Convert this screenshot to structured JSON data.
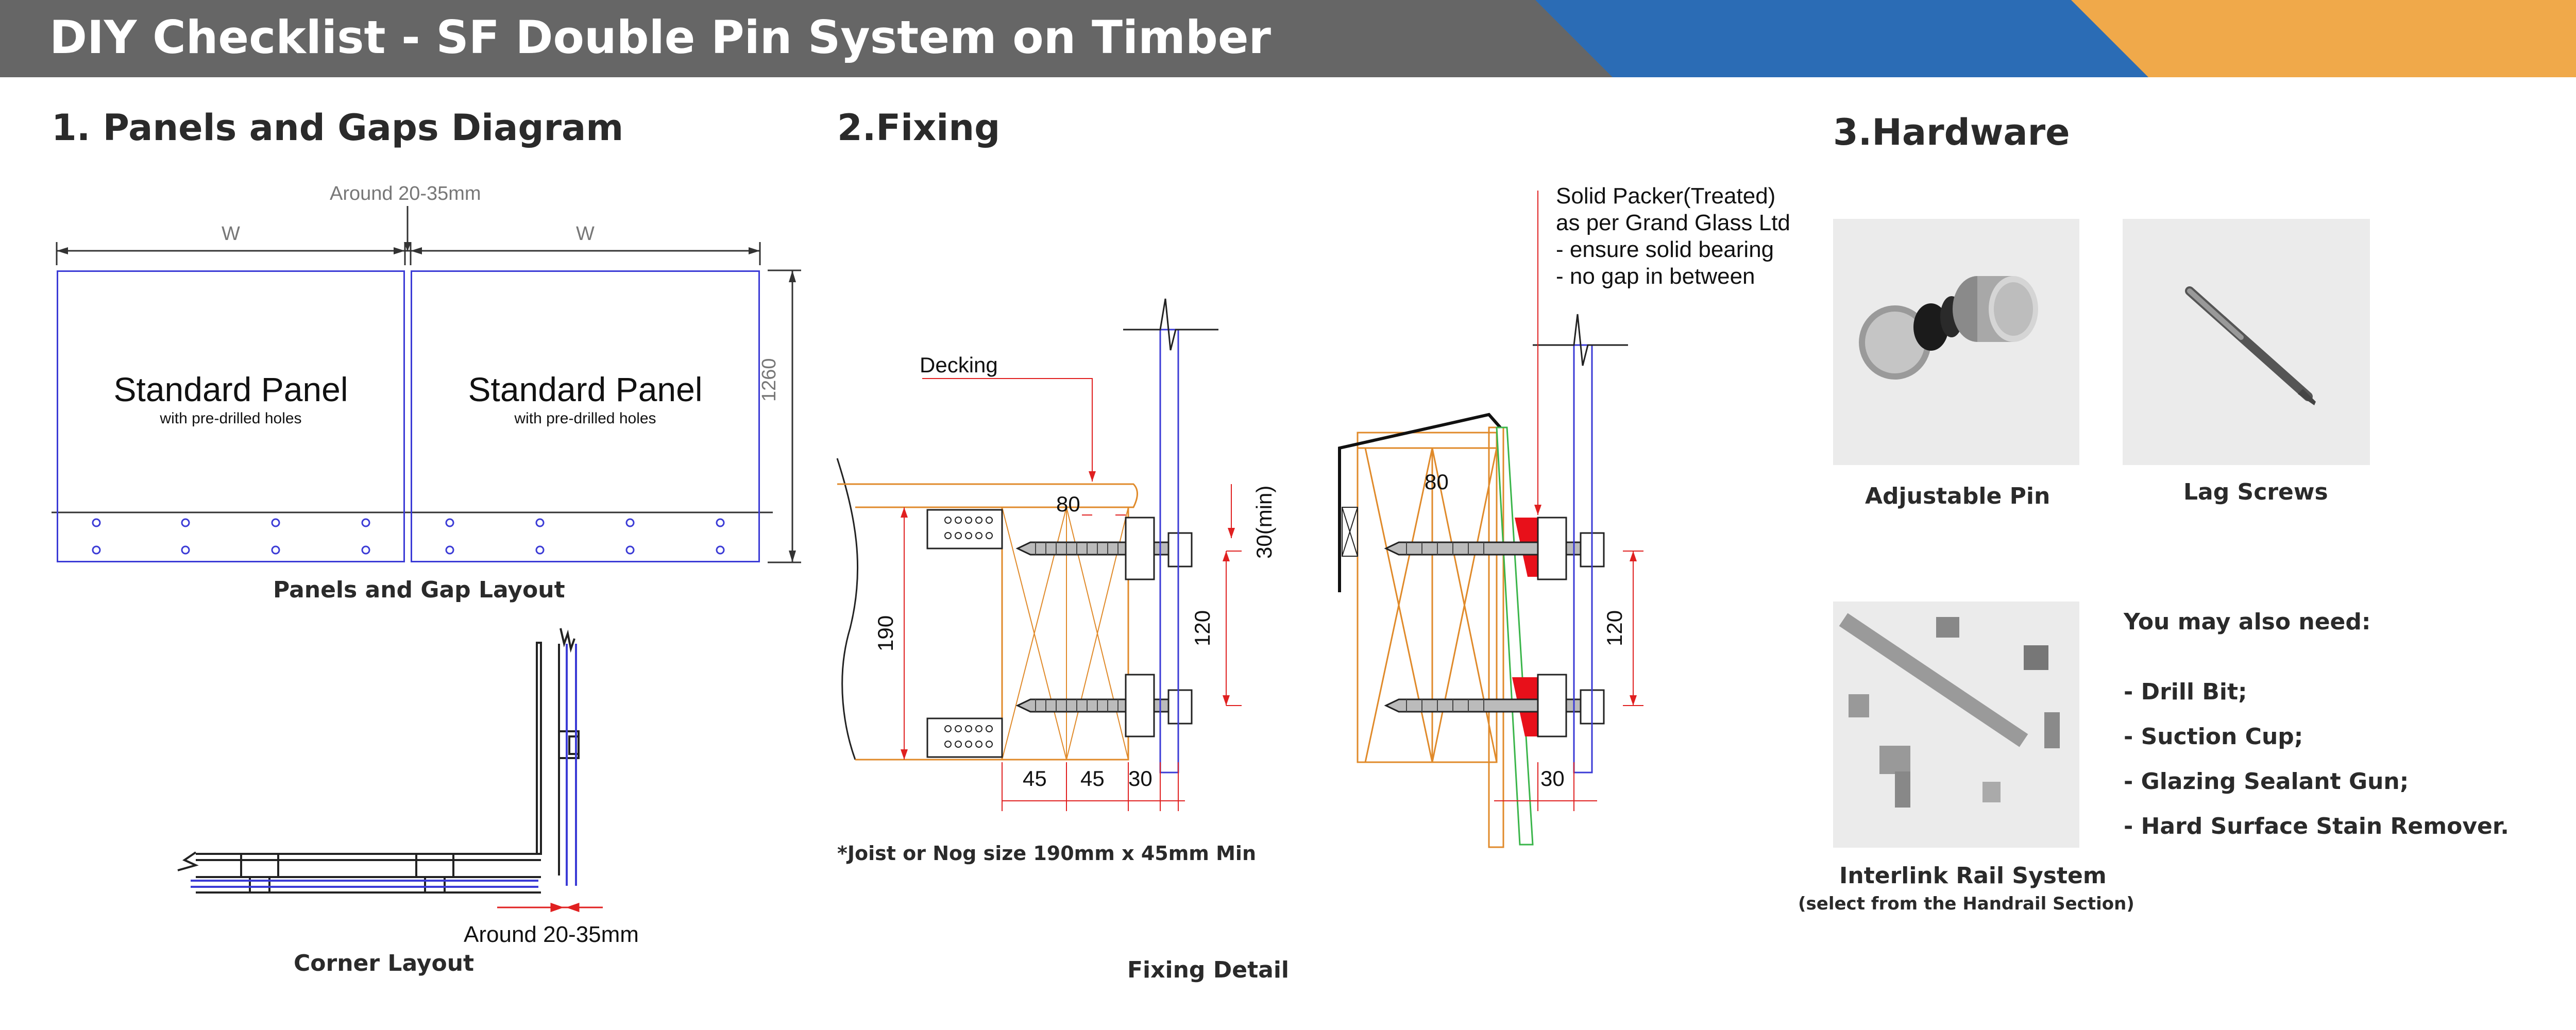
{
  "header": {
    "title": "DIY Checklist - SF Double Pin System on Timber",
    "colors": {
      "grey": "#666666",
      "blue": "#2b6cb5",
      "orange": "#f0a94a"
    }
  },
  "section1": {
    "heading": "1. Panels and Gaps Diagram",
    "gap_label": "Around 20-35mm",
    "width_label": "W",
    "height_label": "1260",
    "panel_title": "Standard Panel",
    "panel_subtitle": "with pre-drilled holes",
    "layout_caption": "Panels and Gap Layout",
    "corner_gap_label": "Around 20-35mm",
    "corner_caption": "Corner Layout"
  },
  "section2": {
    "heading": "2.Fixing",
    "decking_label": "Decking",
    "dim_80": "80",
    "dim_190": "190",
    "dim_120": "120",
    "dim_30min": "30(min)",
    "dim_45a": "45",
    "dim_45b": "45",
    "dim_30": "30",
    "right_dim_80": "80",
    "right_dim_120": "120",
    "right_dim_30": "30",
    "packer_lines": [
      "Solid Packer(Treated)",
      "as per Grand Glass Ltd",
      "- ensure solid bearing",
      "- no gap in between"
    ],
    "joist_note": "*Joist or Nog size 190mm x 45mm Min",
    "fixing_caption": "Fixing Detail"
  },
  "section3": {
    "heading": "3.Hardware",
    "pin_caption": "Adjustable Pin",
    "screw_caption": "Lag Screws",
    "rail_caption": "Interlink Rail System",
    "rail_subcaption": "(select from the Handrail Section)",
    "also_need_title": "You may also need:",
    "also_need_items": [
      "-  Drill Bit;",
      "-  Suction Cup;",
      "-  Glazing Sealant Gun;",
      "-  Hard Surface Stain Remover."
    ]
  }
}
